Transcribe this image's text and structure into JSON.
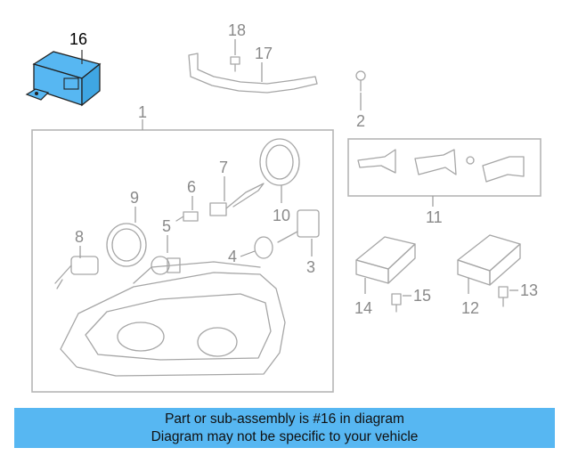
{
  "callouts": {
    "c1": "1",
    "c2": "2",
    "c3": "3",
    "c4": "4",
    "c5": "5",
    "c6": "6",
    "c7": "7",
    "c8": "8",
    "c9": "9",
    "c10": "10",
    "c11": "11",
    "c12": "12",
    "c13": "13",
    "c14": "14",
    "c15": "15",
    "c16": "16",
    "c17": "17",
    "c18": "18"
  },
  "highlighted_part": "16",
  "colors": {
    "highlight_fill": "#57b7f2",
    "banner": "#57b7f2",
    "line_art": "#a6a6a6"
  },
  "banner": {
    "line1": "Part or sub-assembly is #16 in diagram",
    "line2": "Diagram may not be specific to your vehicle"
  }
}
